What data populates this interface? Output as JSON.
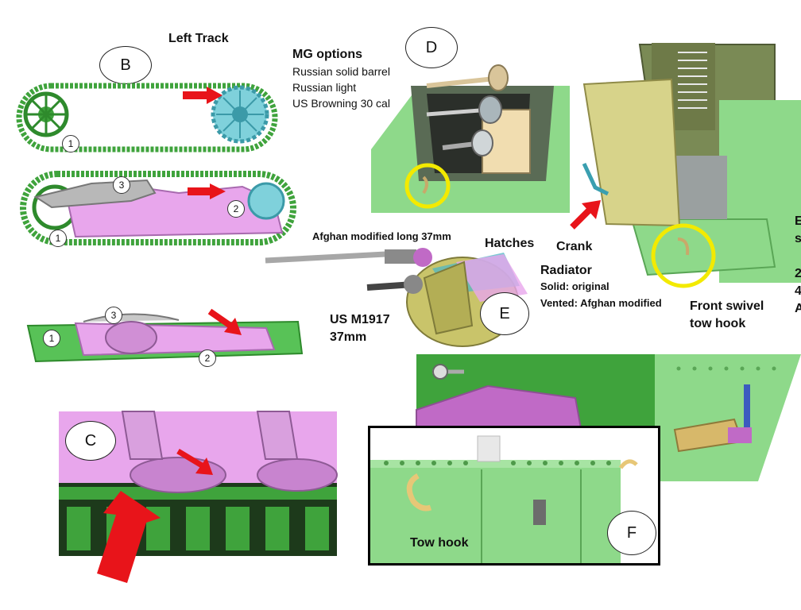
{
  "labels": {
    "left_track": "Left Track",
    "mg_options_title": "MG options",
    "mg_options": [
      "Russian solid barrel",
      "Russian light",
      "US Browning 30 cal"
    ],
    "afghan_gun": "Afghan modified long 37mm",
    "hatches": "Hatches",
    "crank": "Crank",
    "radiator_title": "Radiator",
    "radiator_solid": "Solid: original",
    "radiator_vented": "Vented: Afghan modified",
    "front_swivel": "Front swivel",
    "tow_hook_front": "tow hook",
    "us_m1917_a": "US M1917",
    "us_m1917_b": "37mm",
    "tow_hook": "Tow hook",
    "edge_chars": [
      "E",
      "s",
      "2",
      "4",
      "A"
    ]
  },
  "callouts": {
    "b": "B",
    "c": "C",
    "d": "D",
    "e": "E",
    "f": "F"
  },
  "part_numbers": {
    "one": "1",
    "two": "2",
    "three": "3"
  },
  "colors": {
    "track_green": "#3fa33c",
    "hull_green": "#8ed98a",
    "pink": "#e8a6ec",
    "olive": "#c9c46a",
    "arrow_red": "#e8141a",
    "highlight_yellow": "#f3ea00",
    "sprocket_teal": "#4fb7c4"
  }
}
